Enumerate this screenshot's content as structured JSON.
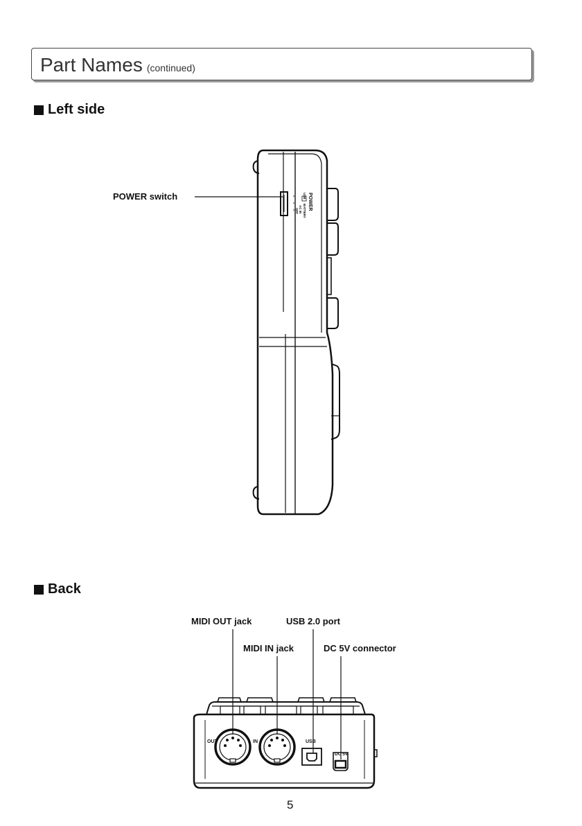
{
  "page": {
    "title": "Part Names",
    "title_suffix": "(continued)",
    "page_number": "5"
  },
  "sections": {
    "left_side": {
      "heading": "Left side",
      "callouts": {
        "power_switch": "POWER switch"
      },
      "device_print": {
        "power": "POWER",
        "usb": "USB",
        "battery": "BATTERY",
        "ac_in": "AC IN",
        "off": "OFF"
      }
    },
    "back": {
      "heading": "Back",
      "callouts": {
        "midi_out": "MIDI OUT jack",
        "usb_port": "USB 2.0 port",
        "midi_in": "MIDI IN jack",
        "dc_connector": "DC 5V connector"
      },
      "device_print": {
        "out": "OUT",
        "in": "IN",
        "usb": "USB",
        "dc": "DC 5V"
      }
    }
  }
}
